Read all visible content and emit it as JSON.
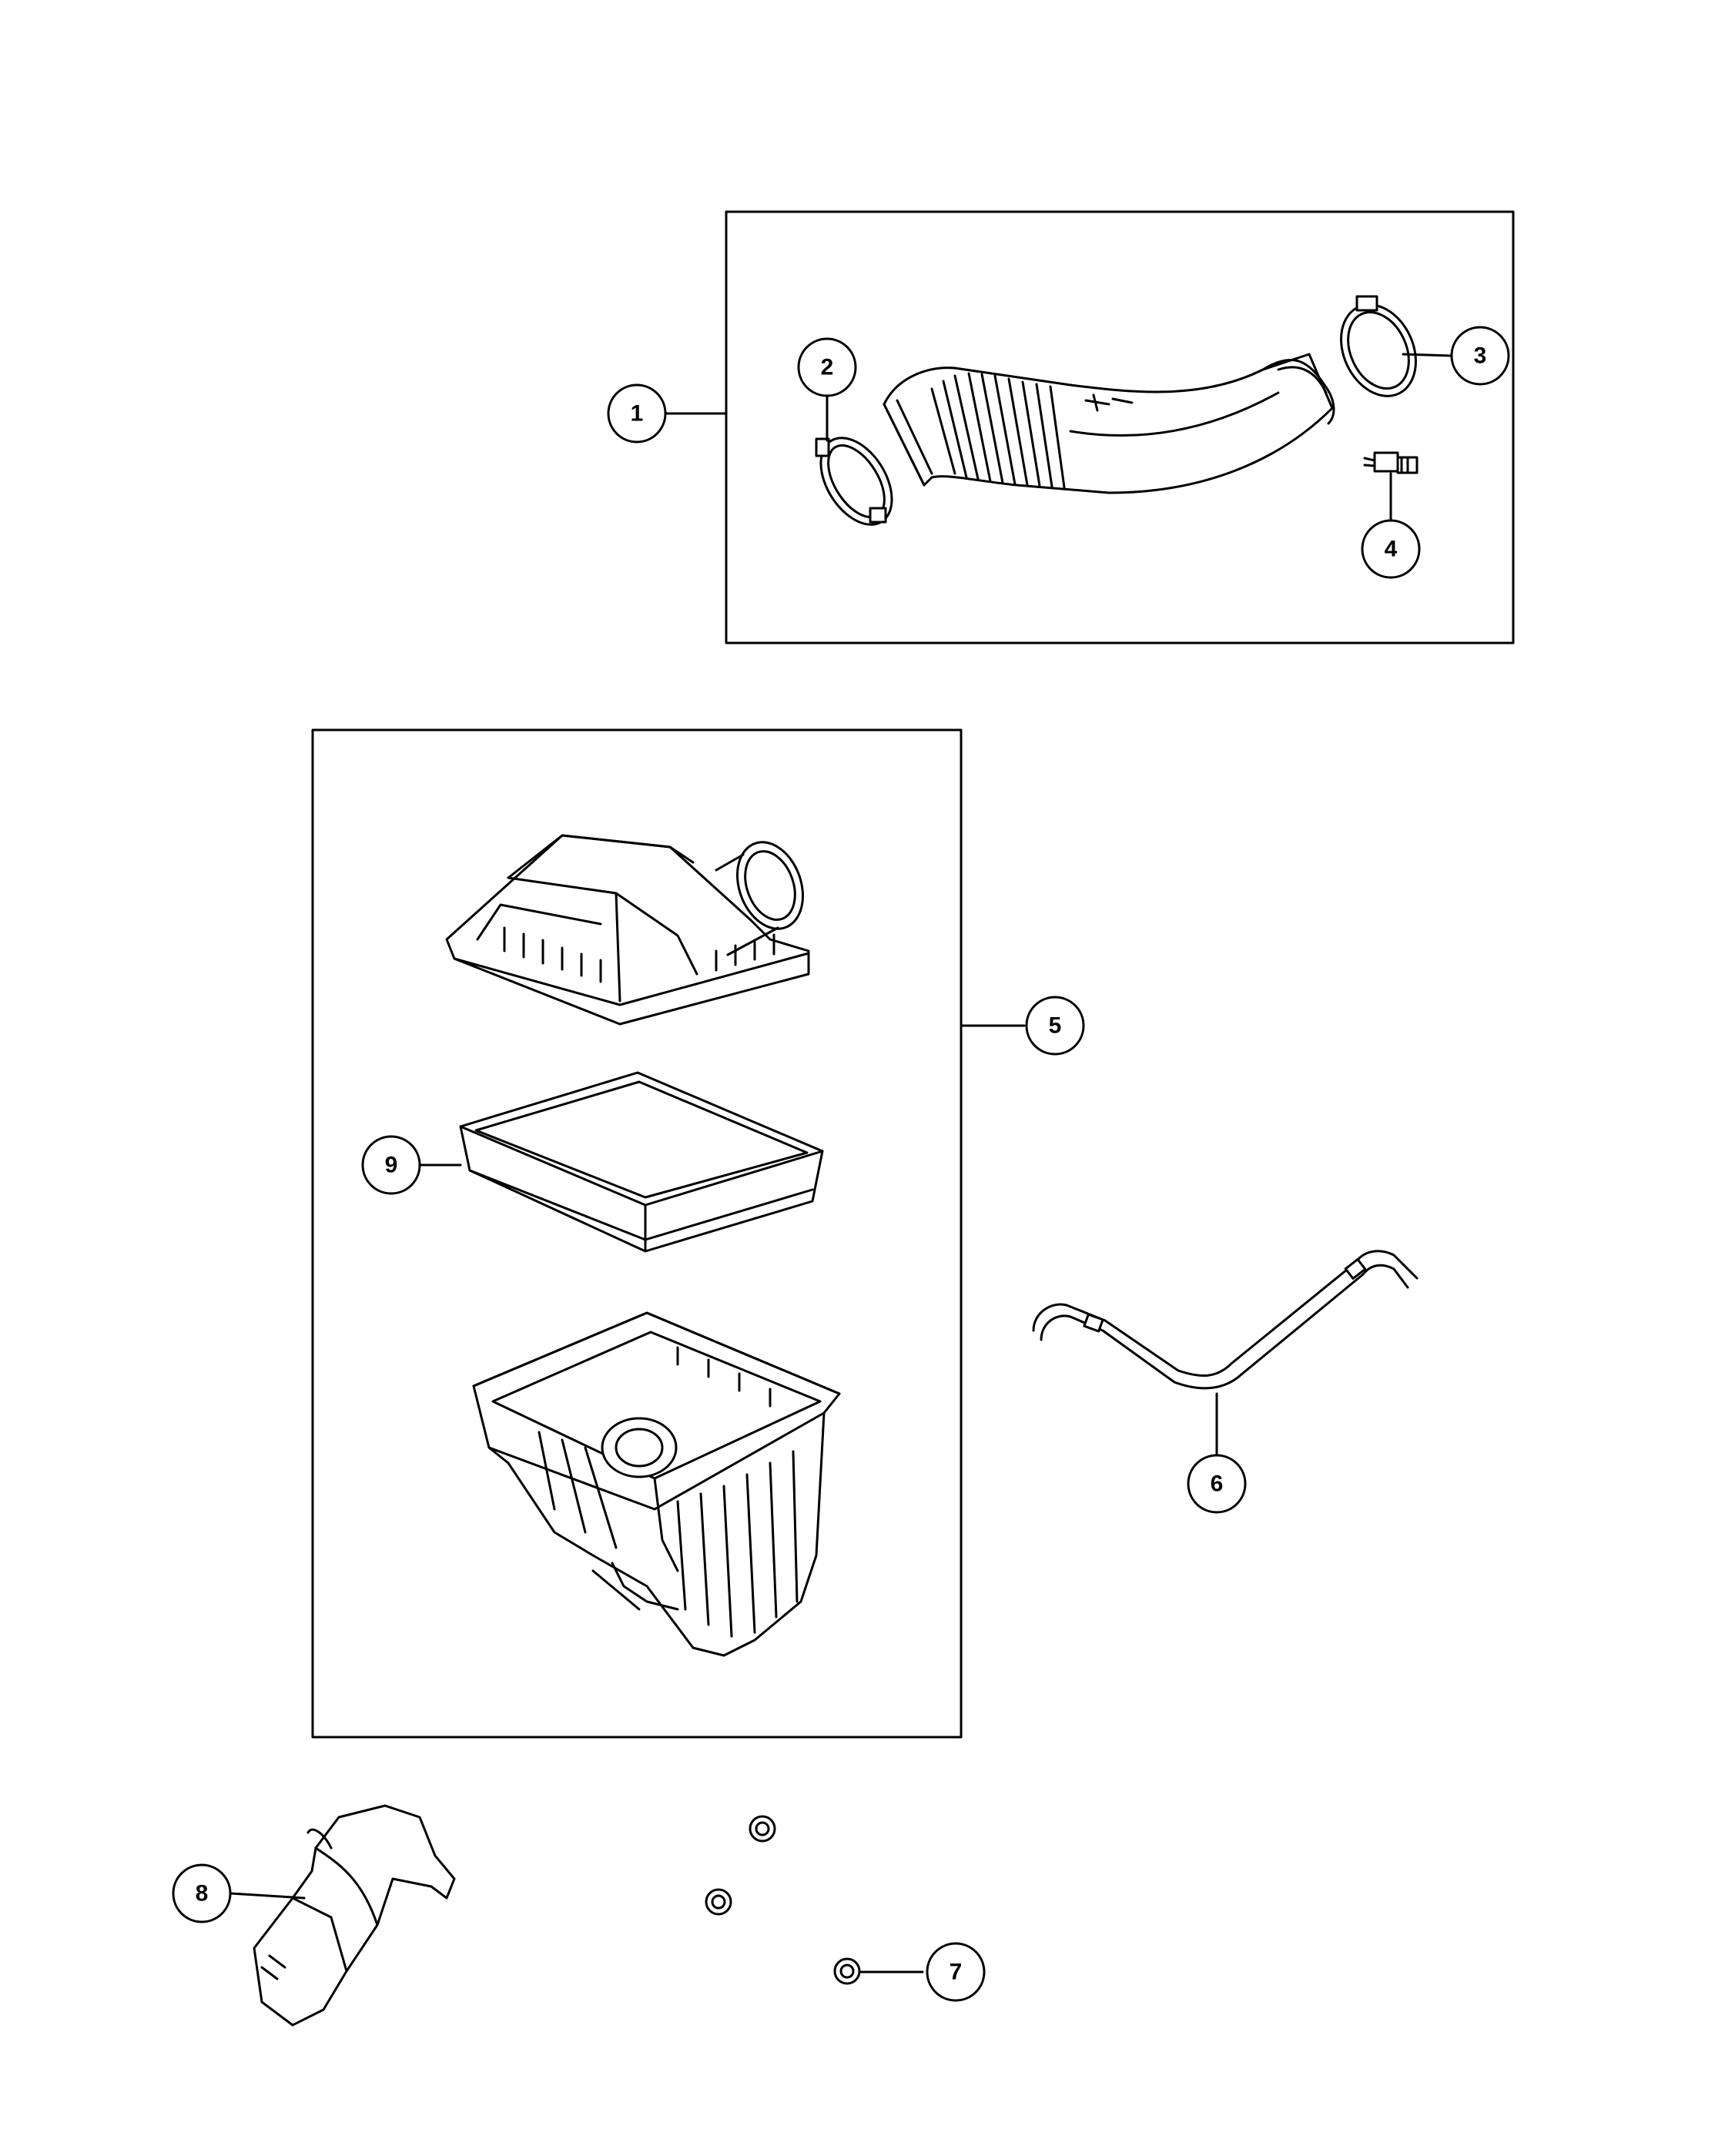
{
  "diagram": {
    "callouts": [
      {
        "id": "c1",
        "label": "1",
        "part": "air-inlet-duct-assembly"
      },
      {
        "id": "c2",
        "label": "2",
        "part": "hose-clamp-small"
      },
      {
        "id": "c3",
        "label": "3",
        "part": "hose-clamp-large"
      },
      {
        "id": "c4",
        "label": "4",
        "part": "air-temperature-sensor"
      },
      {
        "id": "c5",
        "label": "5",
        "part": "air-cleaner-assembly"
      },
      {
        "id": "c6",
        "label": "6",
        "part": "breather-hose"
      },
      {
        "id": "c7",
        "label": "7",
        "part": "grommet"
      },
      {
        "id": "c8",
        "label": "8",
        "part": "air-intake-resonator"
      },
      {
        "id": "c9",
        "label": "9",
        "part": "air-filter-element"
      }
    ],
    "colors": {
      "line": "#000000",
      "background": "#ffffff",
      "part_fill": "#ffffff"
    }
  }
}
